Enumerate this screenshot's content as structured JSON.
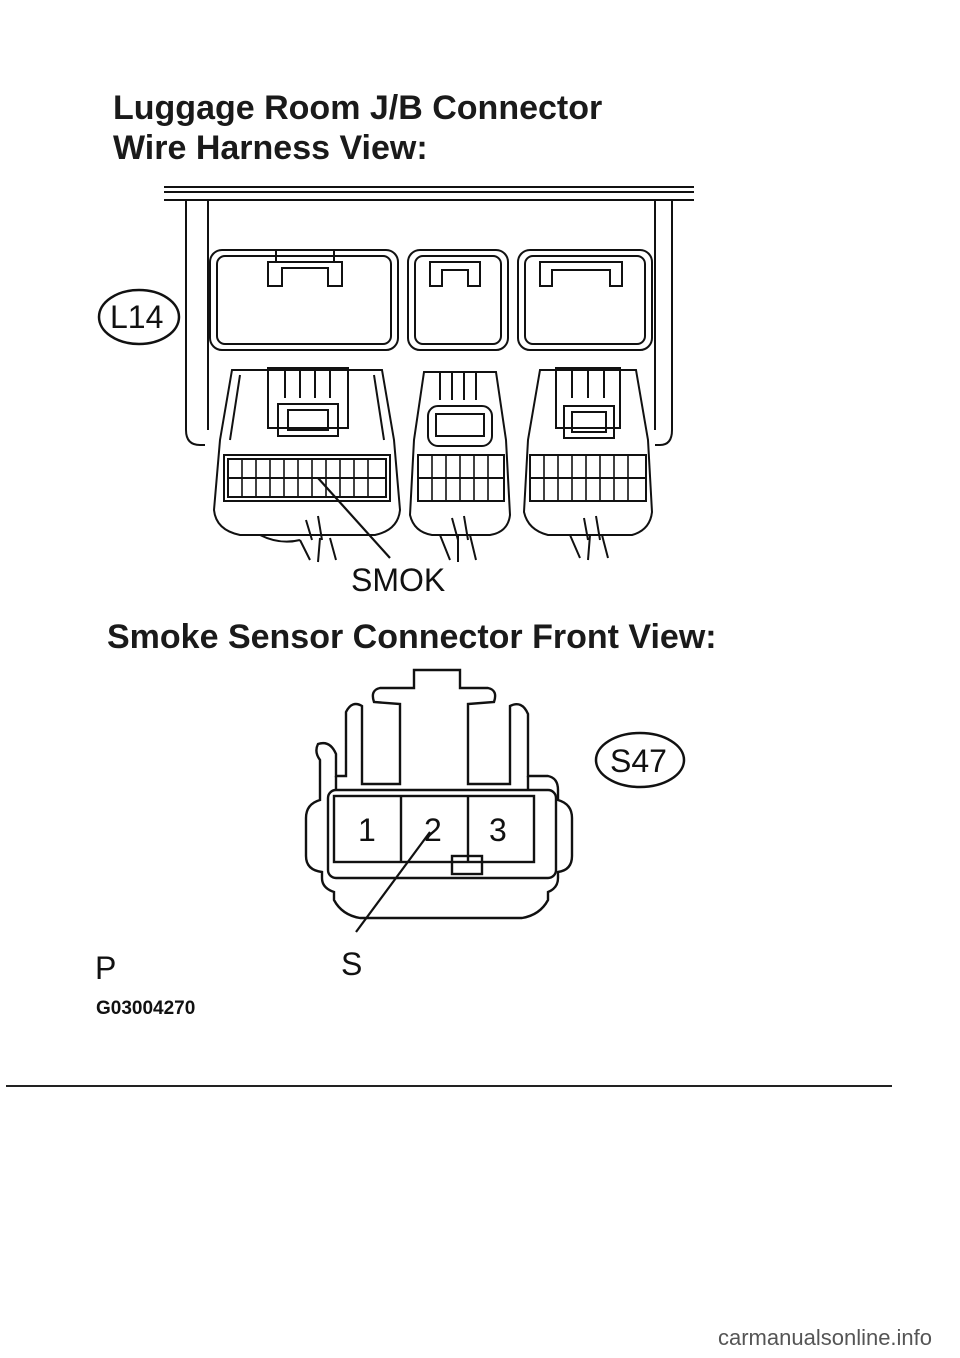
{
  "harness_section": {
    "title_line1": "Luggage Room J/B Connector",
    "title_line2": "Wire Harness View:",
    "connector_code": "L14",
    "pointer_label": "SMOK"
  },
  "sensor_section": {
    "title": "Smoke Sensor Connector Front View:",
    "connector_code": "S47",
    "terminals": [
      "1",
      "2",
      "3"
    ],
    "pointer_label": "S"
  },
  "footer": {
    "left_label": "P",
    "figure_code": "G03004270"
  },
  "watermark": "carmanualsonline.info"
}
